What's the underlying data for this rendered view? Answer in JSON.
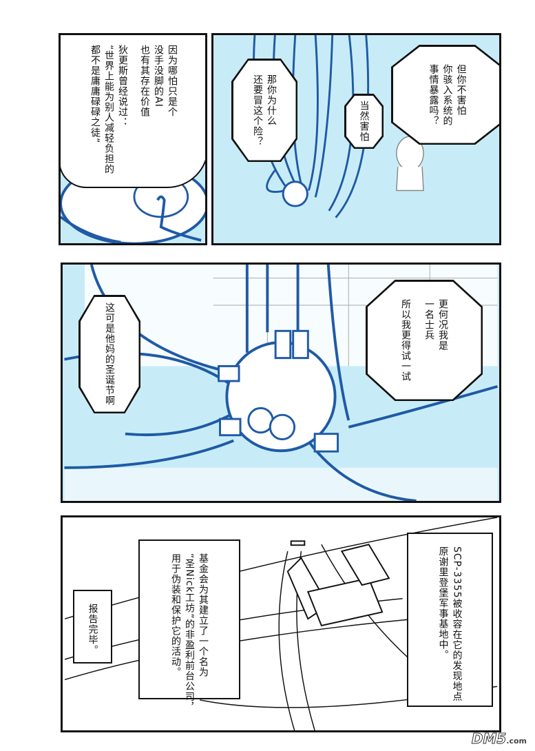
{
  "panel1": {
    "bubble": [
      "因为哪怕只是个",
      "没手没脚的AI",
      "也有其存在价值",
      "狄更斯曾经说过：",
      "“世界上能为别人减轻负担的",
      "都不是庸庸碌碌之徒”"
    ]
  },
  "panel2": {
    "bubble_left": [
      "那你为什么",
      "还要冒这个险？"
    ],
    "bubble_middle": [
      "当然害怕"
    ],
    "bubble_right": [
      "但你不害怕",
      "你骇入系统的",
      "事情暴露吗？"
    ]
  },
  "panel3": {
    "bubble_left": [
      "这可是他妈的圣诞节啊"
    ],
    "bubble_right": [
      "更何况我是",
      "一名士兵",
      "所以我更得试一试"
    ]
  },
  "panel4": {
    "box_left": [
      "报告完毕。"
    ],
    "box_middle": [
      "基金会为其建立了一个名为",
      "“圣Nick工坊”的非盈利前台公司，",
      "用于伪装和保护它的活动。"
    ],
    "box_right": [
      "SCP-3355被收容在它的发现地点",
      "原谢里登堡军事基地中。"
    ]
  },
  "watermark": {
    "logo": "DM5",
    "suffix": ".com"
  },
  "colors": {
    "sky": "#c8ecf7",
    "cable": "#1f5aa6",
    "ink": "#111111"
  }
}
